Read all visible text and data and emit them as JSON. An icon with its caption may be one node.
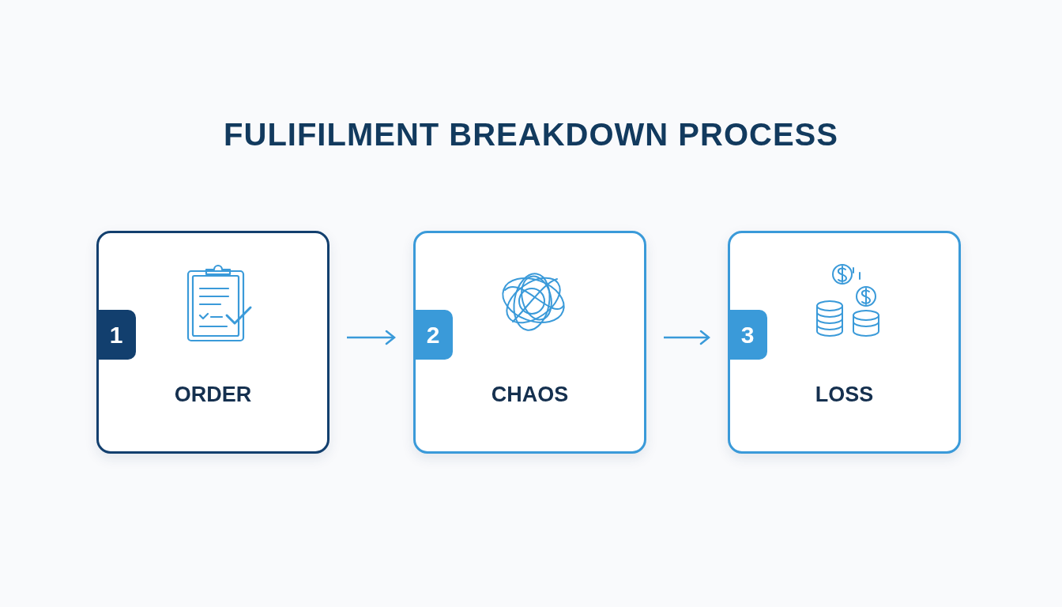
{
  "diagram": {
    "title": "FULIFILMENT BREAKDOWN PROCESS",
    "nodes": [
      {
        "text": [
          "ORDER"
        ]
      },
      {
        "text": [
          "1"
        ],
        "in": 0
      },
      {
        "text": [
          "CHAOS"
        ]
      },
      {
        "text": [
          "2"
        ],
        "in": 2
      },
      {
        "text": [
          "LOSS"
        ]
      },
      {
        "text": [
          "3"
        ],
        "in": 4
      }
    ],
    "edges": [
      {
        "from": 0,
        "to": 2,
        "arrow": "to"
      },
      {
        "from": 2,
        "to": 4,
        "arrow": "to"
      }
    ]
  }
}
